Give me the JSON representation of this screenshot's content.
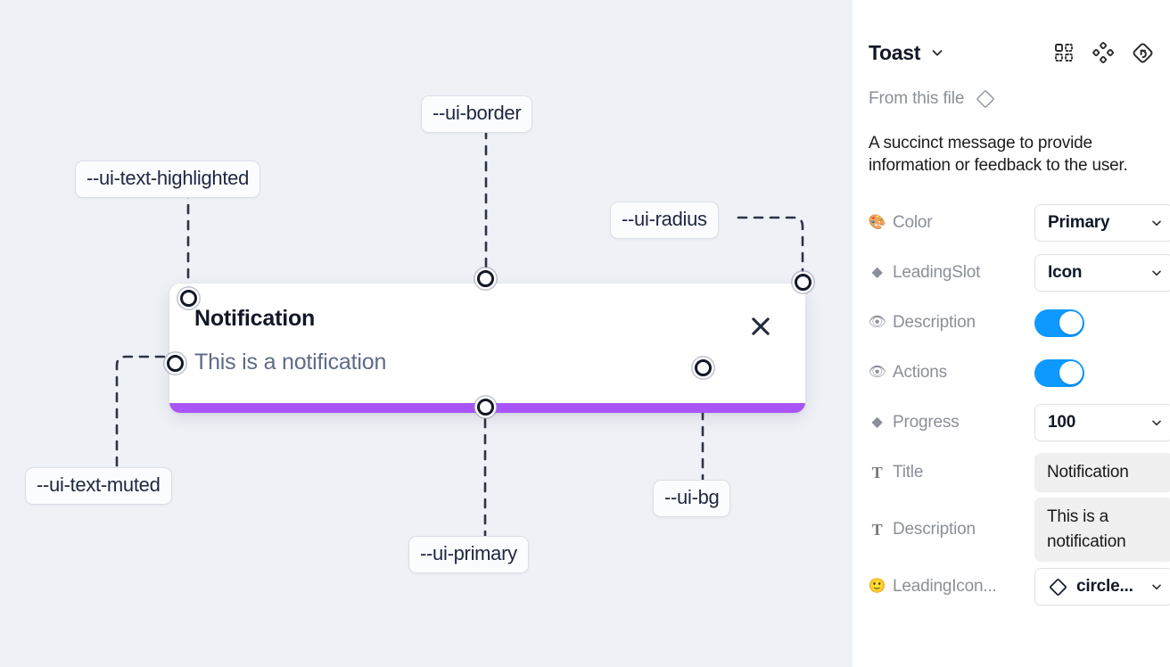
{
  "canvas": {
    "background_color": "#eef1f6",
    "toast": {
      "title": "Notification",
      "description": "This is a notification",
      "close_icon": "close-icon",
      "progress_color": "#a855f7",
      "background_color": "#ffffff"
    },
    "tokens": [
      {
        "id": "border",
        "label": "--ui-border"
      },
      {
        "id": "text-highlighted",
        "label": "--ui-text-highlighted"
      },
      {
        "id": "radius",
        "label": "--ui-radius"
      },
      {
        "id": "text-muted",
        "label": "--ui-text-muted"
      },
      {
        "id": "bg",
        "label": "--ui-bg"
      },
      {
        "id": "primary",
        "label": "--ui-primary"
      }
    ]
  },
  "panel": {
    "title": "Toast",
    "title_chevron_icon": "chevron-down-icon",
    "header_icons": [
      {
        "name": "component-grid-icon"
      },
      {
        "name": "variant-diamonds-icon"
      },
      {
        "name": "reset-instance-icon"
      }
    ],
    "from_file": {
      "label": "From this file",
      "icon": "diamond-icon"
    },
    "description": "A succinct message to provide information or feedback to the user.",
    "accent_color": "#0d99ff",
    "properties": [
      {
        "key": "color",
        "icon": "palette-emoji-icon",
        "icon_glyph": "🎨",
        "label": "Color",
        "control": "select",
        "value": "Primary"
      },
      {
        "key": "leadingslot",
        "icon": "diamond-solid-icon",
        "icon_glyph": "◆",
        "label": "LeadingSlot",
        "control": "select",
        "value": "Icon"
      },
      {
        "key": "description",
        "icon": "eye-emoji-icon",
        "icon_glyph": "👁",
        "label": "Description",
        "control": "toggle",
        "value": "on"
      },
      {
        "key": "actions",
        "icon": "eye-emoji-icon",
        "icon_glyph": "👁",
        "label": "Actions",
        "control": "toggle",
        "value": "on"
      },
      {
        "key": "progress",
        "icon": "diamond-solid-icon",
        "icon_glyph": "◆",
        "label": "Progress",
        "control": "select",
        "value": "100"
      },
      {
        "key": "title",
        "icon": "text-type-icon",
        "icon_glyph": "T",
        "label": "Title",
        "control": "textfield",
        "value": "Notification"
      },
      {
        "key": "descriptiontext",
        "icon": "text-type-icon",
        "icon_glyph": "T",
        "label": "Description",
        "control": "textfield",
        "value": "This is a notification"
      },
      {
        "key": "leadingicon",
        "icon": "smiley-emoji-icon",
        "icon_glyph": "🙂",
        "label": "LeadingIcon...",
        "control": "select-icon",
        "value": "circle..."
      }
    ]
  }
}
